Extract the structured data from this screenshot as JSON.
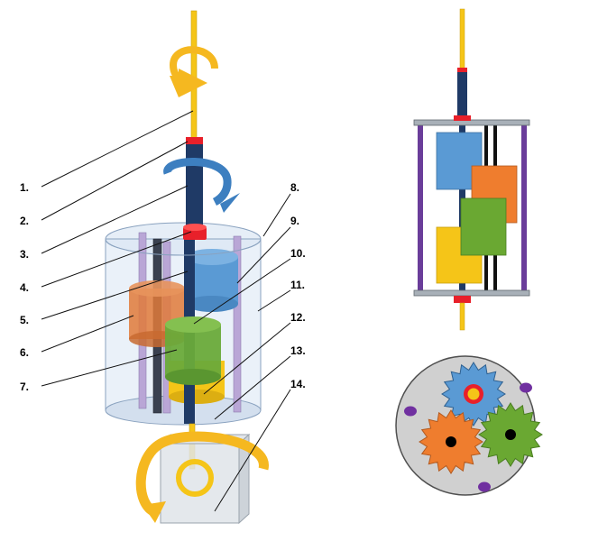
{
  "labels": [
    "1.",
    "2.",
    "3.",
    "4.",
    "5.",
    "6.",
    "7.",
    "8.",
    "9.",
    "10.",
    "11.",
    "12.",
    "13.",
    "14."
  ],
  "colors": {
    "shaft": "#f5c518",
    "arrow": "#f5b820",
    "blue_shaft": "#1f3a66",
    "sleeve": "#3d7fc0",
    "red": "#e8202a",
    "blue_cyl": "#5a9ad4",
    "orange_cyl": "#e07a3a",
    "green_cyl": "#6aaa3a",
    "yellow_cyl": "#f5c518",
    "rod_purple": "#b9a6d6",
    "rod_dark": "#3a4150",
    "frame_purple": "#6a3d9a",
    "plate_gray": "#a8b0b8",
    "disc_gray": "#d0d0d0",
    "gear_blue": "#5a9ad4",
    "gear_orange": "#ef7d2e",
    "gear_green": "#6aa832",
    "hole_purple": "#7030a0"
  },
  "icons": {
    "top_rotation": "curved-arrow-icon",
    "sleeve_rotation": "curved-arrow-icon",
    "bottom_rotation": "curved-arrow-icon"
  }
}
